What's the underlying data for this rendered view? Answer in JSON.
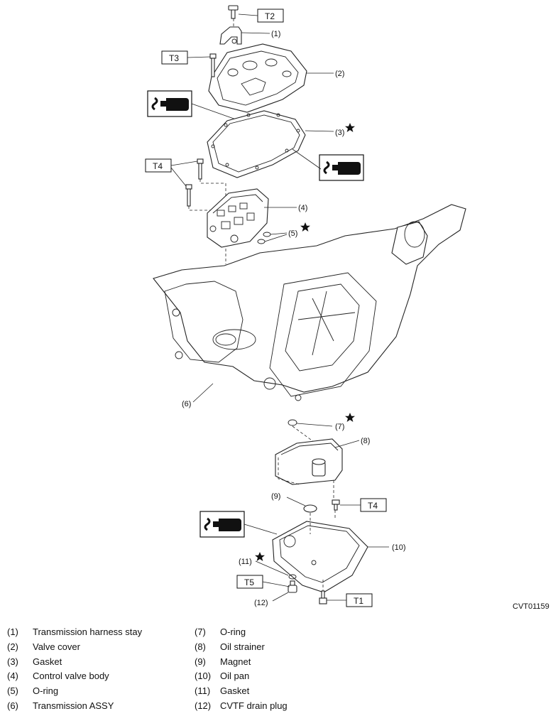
{
  "figure_code": "CVT01159",
  "torque_tags": {
    "t1": "T1",
    "t2": "T2",
    "t3": "T3",
    "t4_upper": "T4",
    "t4_lower": "T4",
    "t5": "T5"
  },
  "callouts": {
    "c1": "(1)",
    "c2": "(2)",
    "c3": "(3)",
    "c4": "(4)",
    "c5": "(5)",
    "c6": "(6)",
    "c7": "(7)",
    "c8": "(8)",
    "c9": "(9)",
    "c10": "(10)",
    "c11": "(11)",
    "c12": "(12)"
  },
  "legend": {
    "left": [
      {
        "num": "(1)",
        "text": "Transmission harness stay"
      },
      {
        "num": "(2)",
        "text": "Valve cover"
      },
      {
        "num": "(3)",
        "text": "Gasket"
      },
      {
        "num": "(4)",
        "text": "Control valve body"
      },
      {
        "num": "(5)",
        "text": "O-ring"
      },
      {
        "num": "(6)",
        "text": "Transmission ASSY"
      }
    ],
    "right": [
      {
        "num": "(7)",
        "text": "O-ring"
      },
      {
        "num": "(8)",
        "text": "Oil strainer"
      },
      {
        "num": "(9)",
        "text": "Magnet"
      },
      {
        "num": "(10)",
        "text": "Oil pan"
      },
      {
        "num": "(11)",
        "text": "Gasket"
      },
      {
        "num": "(12)",
        "text": "CVTF drain plug"
      }
    ]
  }
}
